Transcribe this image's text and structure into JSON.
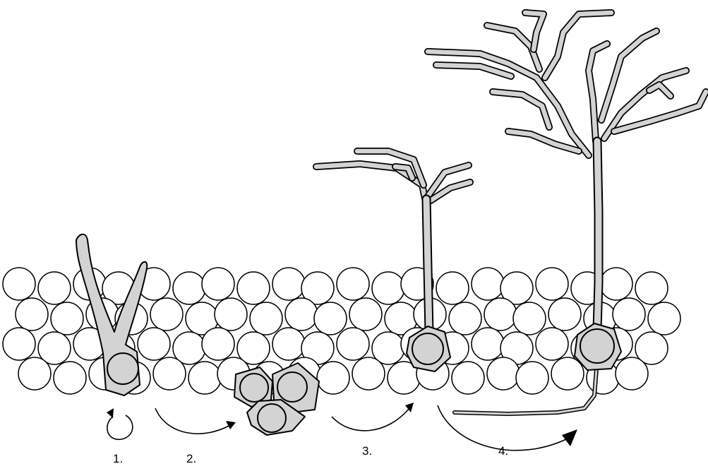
{
  "diagram": {
    "steps": [
      {
        "id": "step-1",
        "label": "1."
      },
      {
        "id": "step-2",
        "label": "2."
      },
      {
        "id": "step-3",
        "label": "3."
      },
      {
        "id": "step-4",
        "label": "4."
      }
    ],
    "colors": {
      "cell_fill": "#ffffff",
      "neuron_fill": "#d3d3d3",
      "outline": "#000000"
    }
  }
}
